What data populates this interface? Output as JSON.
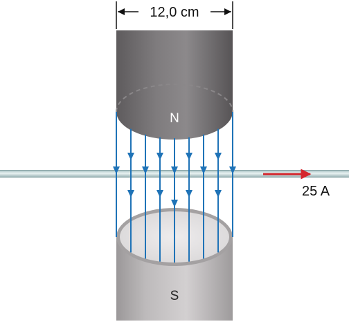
{
  "dimension": {
    "label": "12,0 cm"
  },
  "magnets": {
    "north": {
      "label": "N"
    },
    "south": {
      "label": "S"
    }
  },
  "current": {
    "label": "25 A"
  },
  "colors": {
    "field_line": "#1f73b7",
    "current_arrow": "#d4262c",
    "wire": "#a9c6c8",
    "magnet_dark": "#5d5a5c",
    "magnet_light": "#c8c5c6",
    "face_light": "#e6e4e5"
  }
}
